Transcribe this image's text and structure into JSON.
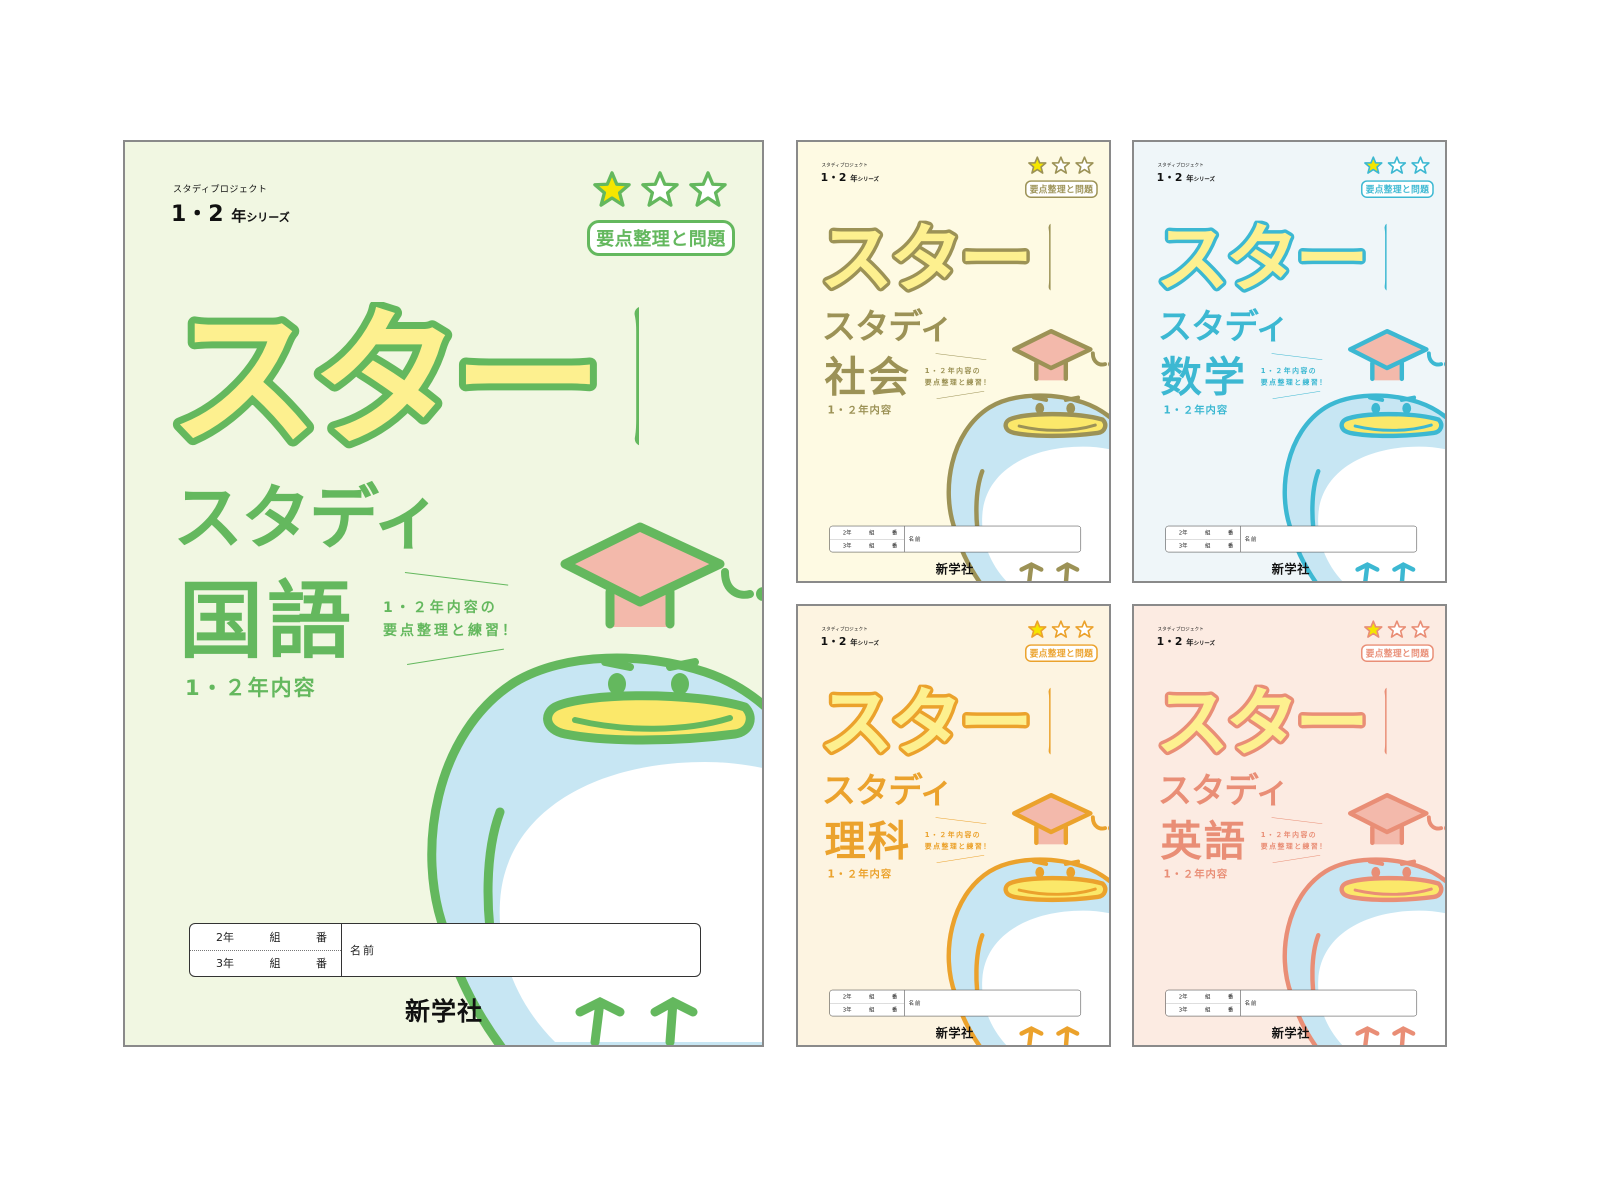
{
  "series": {
    "project_label": "スタディプロジェクト",
    "grade_numbers": "1・2",
    "grade_suffix": "年",
    "series_word": "シリーズ"
  },
  "difficulty": {
    "filled_stars": 1,
    "total_stars": 3
  },
  "tag_label": "要点整理と問題",
  "title_main": "スタート",
  "title_sub": "スタディ",
  "grade_content": "1・２年内容",
  "blurb_lines": [
    "1・２年内容の",
    "要点整理と練習！"
  ],
  "name_box": {
    "rows": [
      {
        "grade": "2年",
        "class": "組",
        "number": "番"
      },
      {
        "grade": "3年",
        "class": "組",
        "number": "番"
      }
    ],
    "name_label": "名前"
  },
  "publisher": "新学社",
  "colors": {
    "star_fill": "#f5e600",
    "title_fill": "#fdf08f",
    "cap_pink": "#f3b9ab",
    "body_blue": "#c7e6f3",
    "beak_yellow": "#fbe86a",
    "frame_border": "#8a8a8a"
  },
  "covers": [
    {
      "id": "kokugo",
      "subject": "国語",
      "accent": "#64b85e",
      "background": "#f1f7e2",
      "size": "large"
    },
    {
      "id": "shakai",
      "subject": "社会",
      "accent": "#9c9256",
      "background": "#fefae3",
      "size": "small"
    },
    {
      "id": "sugaku",
      "subject": "数学",
      "accent": "#3cb8d2",
      "background": "#eff6f9",
      "size": "small"
    },
    {
      "id": "rika",
      "subject": "理科",
      "accent": "#eba22c",
      "background": "#fdf4e1",
      "size": "small"
    },
    {
      "id": "eigo",
      "subject": "英語",
      "accent": "#e98e76",
      "background": "#fcebe2",
      "size": "small"
    }
  ]
}
